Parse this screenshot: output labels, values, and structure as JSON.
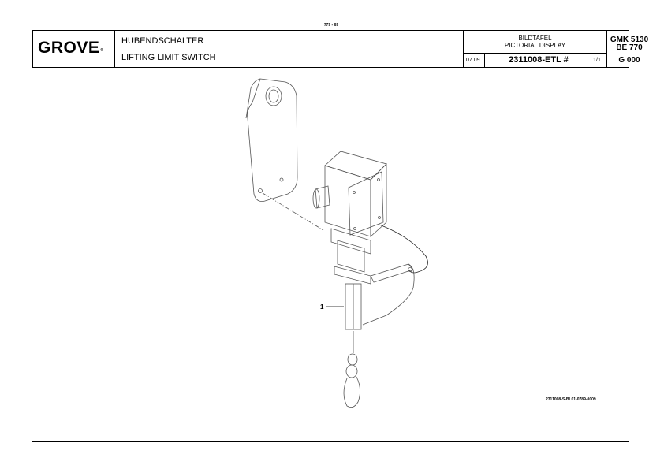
{
  "header": {
    "page_number": "779 - 69",
    "logo_text": "GROVE",
    "logo_mark": "®",
    "title_de": "HUBENDSCHALTER",
    "title_en": "LIFTING LIMIT SWITCH",
    "pictorial_de": "BILDTAFEL",
    "pictorial_en": "PICTORIAL DISPLAY",
    "date": "07.09",
    "document_number": "2311008-ETL #",
    "sheet": "1/1",
    "model_line1": "GMK 5130",
    "model_line2": "BE 770",
    "group": "G 000"
  },
  "drawing": {
    "callout_label": "1",
    "reference_code": "2311008-S-BL01-0789-0009"
  }
}
